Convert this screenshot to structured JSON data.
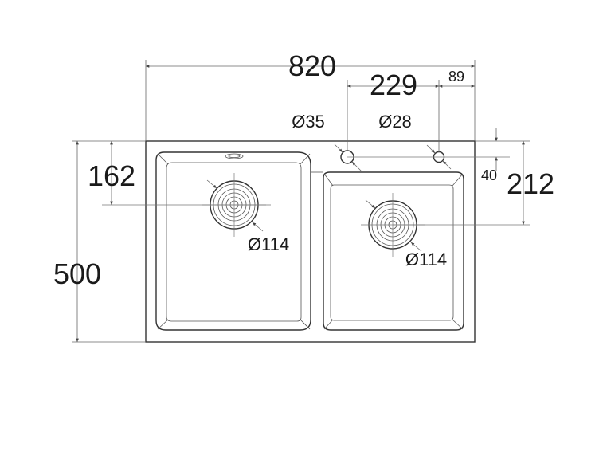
{
  "dimensions": {
    "overall_width": "820",
    "overall_depth": "500",
    "tap_hole_spacing": "229",
    "tap_hole_edge_offset": "89",
    "left_drain_offset": "162",
    "right_drain_offset": "212",
    "tap_hole_depth": "40"
  },
  "holes": {
    "large_tap_hole": "Ø35",
    "small_tap_hole": "Ø28"
  },
  "drains": {
    "left_drain": "Ø114",
    "right_drain": "Ø114"
  }
}
